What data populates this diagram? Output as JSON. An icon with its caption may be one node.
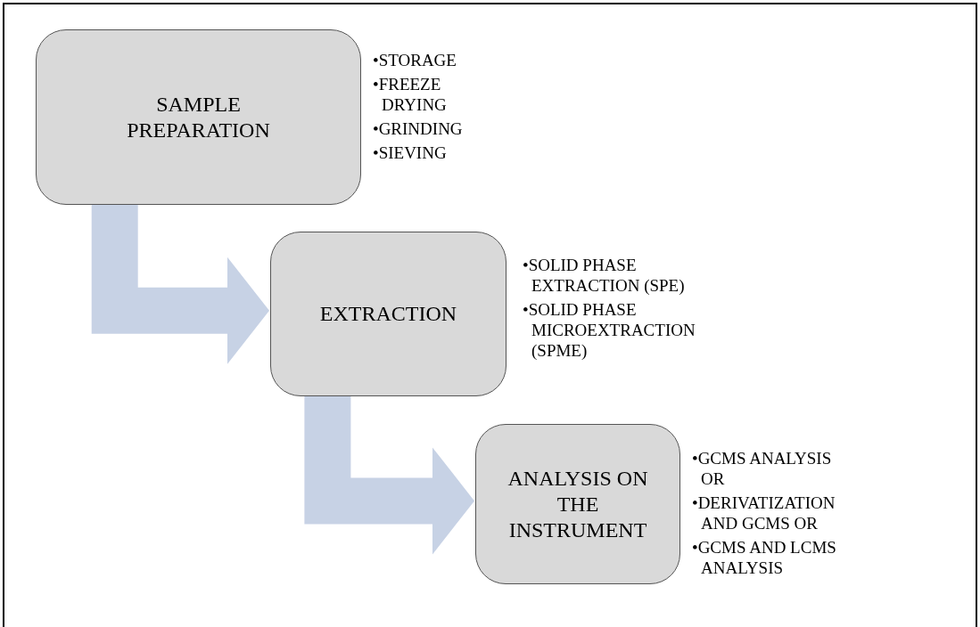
{
  "diagram": {
    "nodes": [
      {
        "text": [
          "SAMPLE PREPARATION"
        ],
        "beside": [
          "•STORAGE",
          "•FREEZE DRYING",
          "•GRINDING",
          "•SIEVING"
        ]
      },
      {
        "text": [
          "EXTRACTION"
        ],
        "beside": [
          "•SOLID PHASE EXTRACTION (SPE)",
          "•SOLID PHASE MICROEXTRACTION (SPME)"
        ]
      },
      {
        "text": [
          "ANALYSIS ON THE INSTRUMENT"
        ],
        "beside": [
          "•GCMS ANALYSIS OR",
          "•DERIVATIZATION AND GCMS OR",
          "•GCMS AND LCMS ANALYSIS"
        ]
      }
    ],
    "edges": [
      {
        "from": 0,
        "to": 1,
        "arrow": "to",
        "style": "thick"
      },
      {
        "from": 1,
        "to": 2,
        "arrow": "to",
        "style": "thick"
      }
    ]
  }
}
